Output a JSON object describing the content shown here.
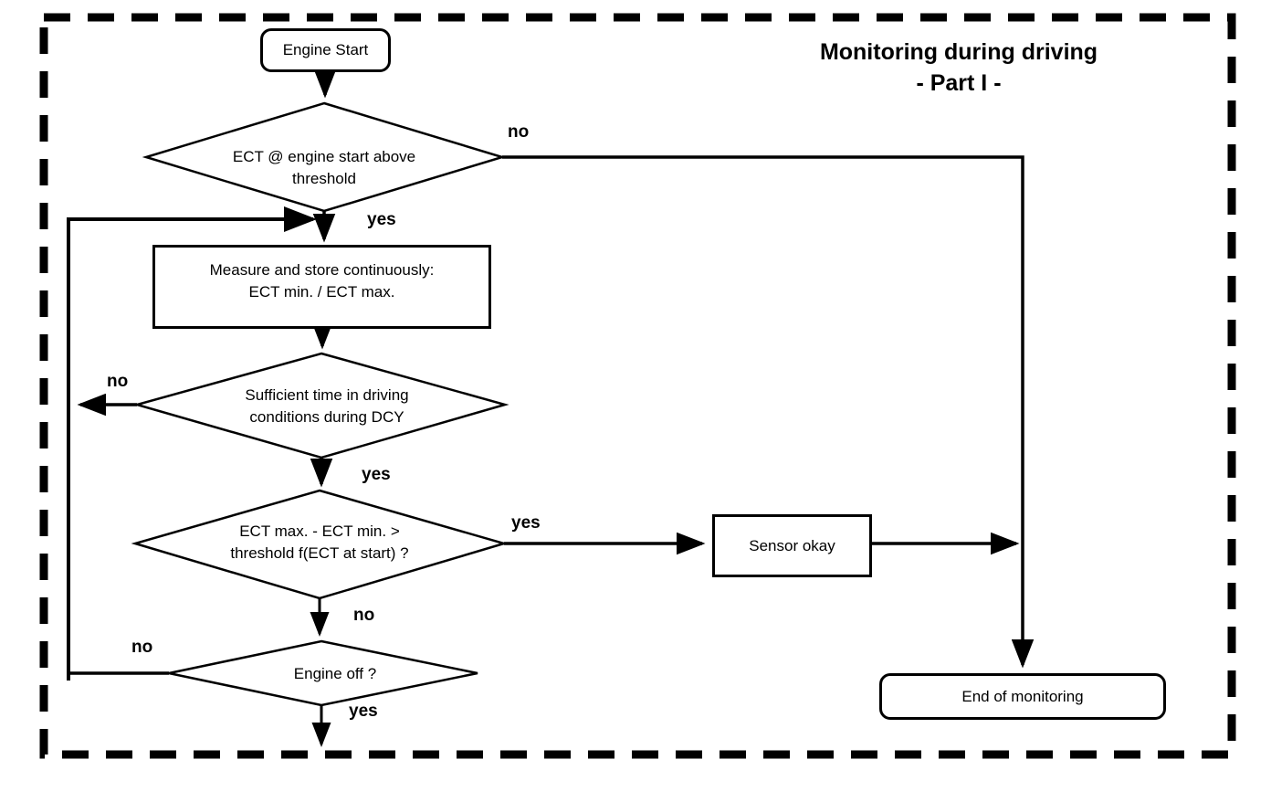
{
  "title": {
    "line1": "Monitoring during driving",
    "line2": "- Part I -"
  },
  "nodes": {
    "engine_start": {
      "label": "Engine Start",
      "type": "terminator"
    },
    "ect_at_start": {
      "lines": [
        "ECT @ engine start above",
        "threshold"
      ],
      "type": "decision"
    },
    "measure_store": {
      "lines": [
        "Measure and store continuously:",
        "ECT min. / ECT max."
      ],
      "type": "process"
    },
    "sufficient_time": {
      "lines": [
        "Sufficient time in driving",
        "conditions during DCY"
      ],
      "type": "decision"
    },
    "ect_delta": {
      "lines": [
        "ECT max. - ECT min. >",
        "threshold f(ECT at start) ?"
      ],
      "type": "decision"
    },
    "sensor_okay": {
      "label": "Sensor okay",
      "type": "process"
    },
    "engine_off": {
      "label": "Engine off ?",
      "type": "decision"
    },
    "end_monitoring": {
      "label": "End of monitoring",
      "type": "terminator"
    }
  },
  "edge_labels": {
    "ect_at_start_no": "no",
    "ect_at_start_yes": "yes",
    "sufficient_time_no": "no",
    "sufficient_time_yes": "yes",
    "ect_delta_yes": "yes",
    "ect_delta_no": "no",
    "engine_off_no": "no",
    "engine_off_yes": "yes"
  },
  "colors": {
    "line": "#000000",
    "fill": "#ffffff"
  }
}
